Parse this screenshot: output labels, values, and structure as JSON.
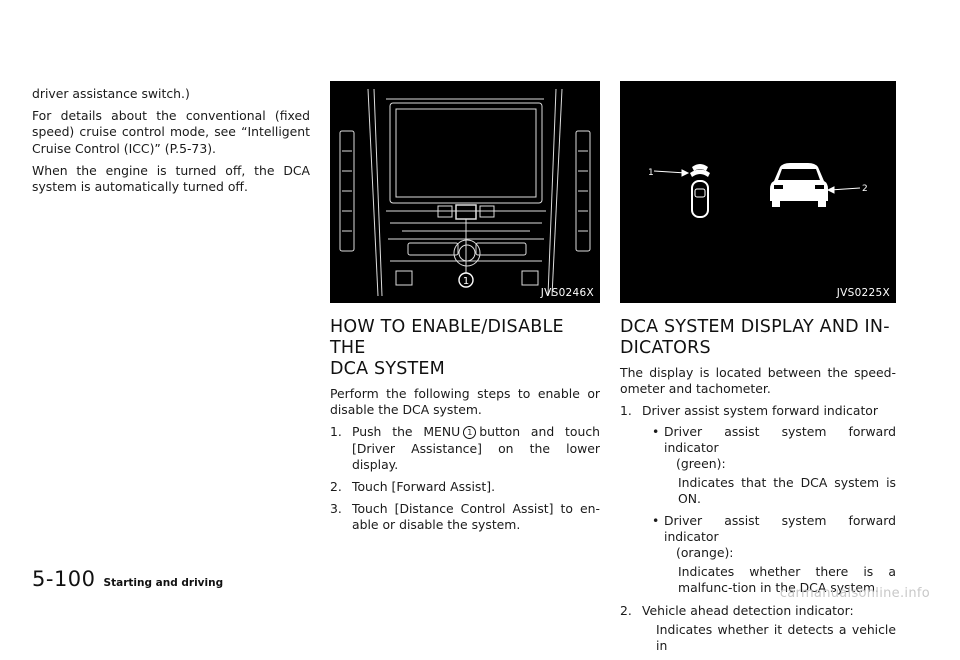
{
  "column1": {
    "paragraphs": [
      "driver assistance switch.)",
      "For details about the conventional (fixed speed) cruise control mode, see “Intelligent Cruise Control (ICC)” (P.5-73).",
      "When the engine is turned off, the DCA system is automatically turned off."
    ]
  },
  "figure1": {
    "caption": "JVS0246X",
    "callout": "1"
  },
  "figure2": {
    "caption": "JVS0225X",
    "callout1": "1",
    "callout2": "2"
  },
  "section_enable": {
    "heading_line1": "HOW TO ENABLE/DISABLE THE",
    "heading_line2": "DCA SYSTEM",
    "intro": "Perform the following steps to enable or disable the DCA system.",
    "steps": [
      {
        "num": "1.",
        "before": "Push the MENU",
        "marker": "1",
        "after": "button and touch [Driver Assistance] on the lower display."
      },
      {
        "num": "2.",
        "text": "Touch [Forward Assist]."
      },
      {
        "num": "3.",
        "text": "Touch [Distance Control Assist] to en-able or disable the system."
      }
    ]
  },
  "section_display": {
    "heading_line1": "DCA SYSTEM DISPLAY AND IN-",
    "heading_line2": "DICATORS",
    "intro": "The display is located between the speed-ometer and tachometer.",
    "item1": {
      "num": "1.",
      "title": "Driver assist system forward indicator",
      "bullets": [
        {
          "label": "Driver assist system forward indicator",
          "color": "(green):",
          "desc": "Indicates that the DCA system is ON."
        },
        {
          "label": "Driver assist system forward indicator",
          "color": "(orange):",
          "desc": "Indicates whether there is a malfunc-tion in the DCA system."
        }
      ]
    },
    "item2": {
      "num": "2.",
      "title": "Vehicle ahead detection indicator:",
      "desc": "Indicates whether it detects a vehicle in"
    }
  },
  "footer": {
    "page_number": "5-100",
    "section": "Starting and driving"
  },
  "watermark": "carmanualsonline.info"
}
